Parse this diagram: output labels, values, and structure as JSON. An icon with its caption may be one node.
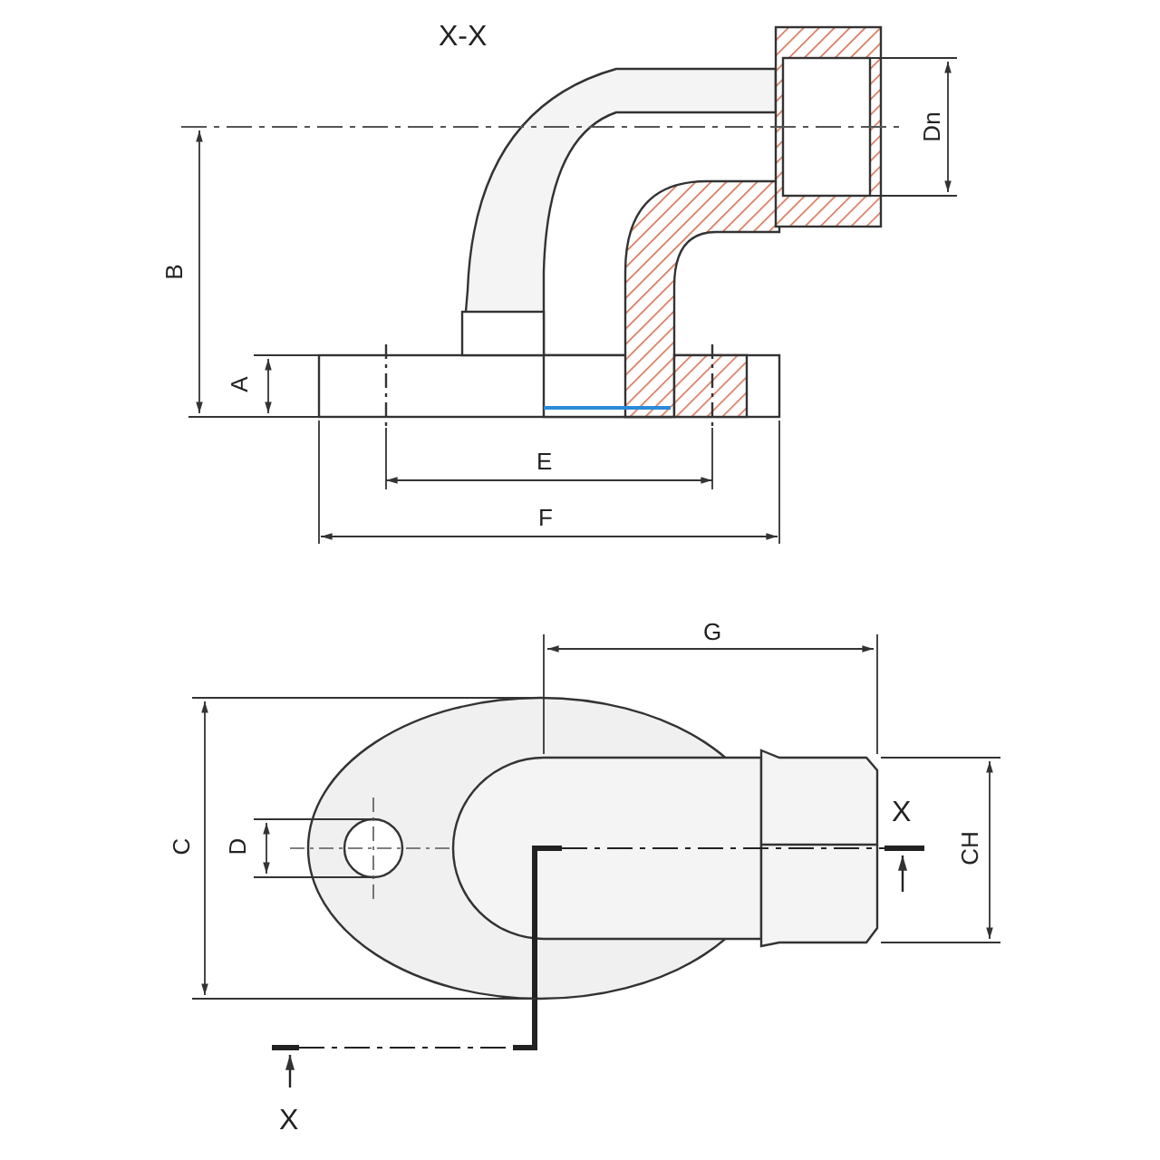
{
  "diagram": {
    "labels": [
      "X-X",
      "Dn",
      "B",
      "A",
      "E",
      "F",
      "G",
      "C",
      "D",
      "X",
      "CH",
      "X"
    ]
  }
}
